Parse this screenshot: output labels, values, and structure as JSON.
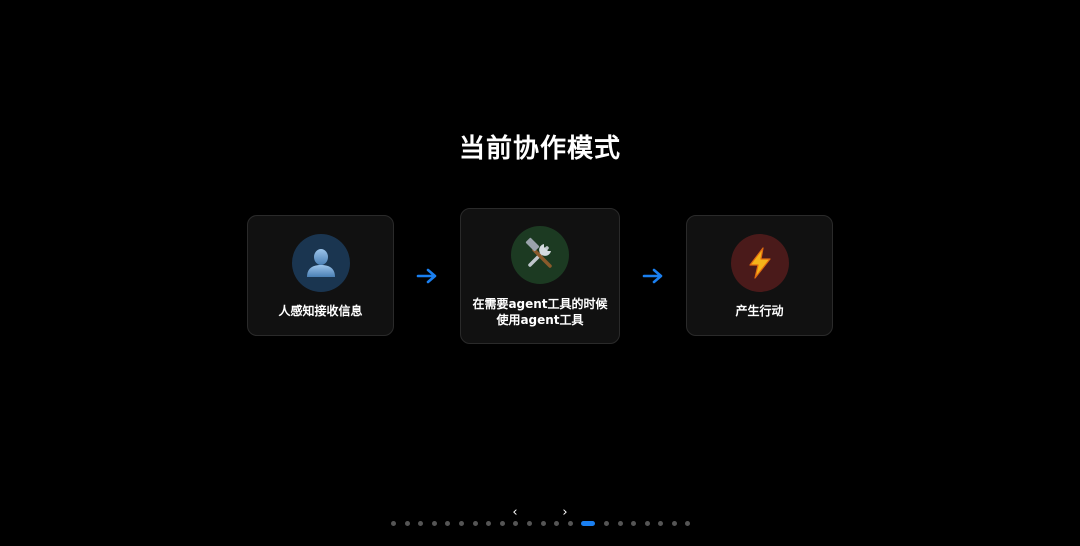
{
  "slide": {
    "title": "当前协作模式"
  },
  "flow": {
    "steps": [
      {
        "icon": "person-silhouette-icon",
        "lines": [
          "人感知接收信息"
        ],
        "icon_bg": "#1a3550"
      },
      {
        "icon": "hammer-and-wrench-icon",
        "lines": [
          "在需要agent工具的时候",
          "使用agent工具"
        ],
        "icon_bg": "#1c3a22"
      },
      {
        "icon": "lightning-bolt-icon",
        "lines": [
          "产生行动"
        ],
        "icon_bg": "#4a1a1a"
      }
    ],
    "arrow_color": "#1a7ff0"
  },
  "pager": {
    "prev_label": "‹",
    "next_label": "›",
    "dot_count": 22,
    "active_index": 14,
    "active_color": "#1a7ff0"
  }
}
